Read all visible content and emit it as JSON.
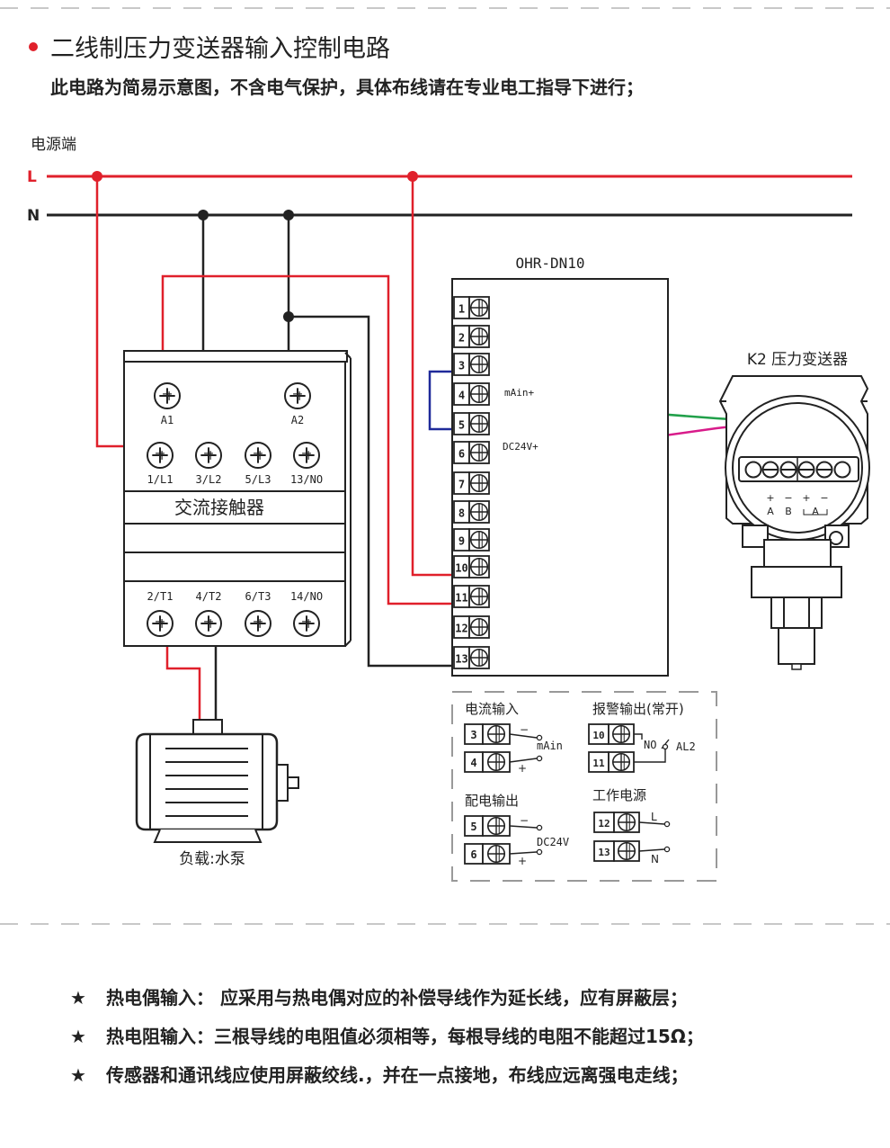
{
  "header": {
    "title": "二线制压力变送器输入控制电路",
    "subtitle": "此电路为简易示意图，不含电气保护，具体布线请在专业电工指导下进行；"
  },
  "power": {
    "label": "电源端",
    "line_l": "L",
    "line_n": "N"
  },
  "contactor": {
    "name": "交流接触器",
    "coil_terminals": [
      "A1",
      "A2"
    ],
    "top_terminals": [
      "1/L1",
      "3/L2",
      "5/L3",
      "13/NO"
    ],
    "bottom_terminals": [
      "2/T1",
      "4/T2",
      "6/T3",
      "14/NO"
    ]
  },
  "controller": {
    "model": "OHR-DN10",
    "terminals": [
      "1",
      "2",
      "3",
      "4",
      "5",
      "6",
      "7",
      "8",
      "9",
      "10",
      "11",
      "12",
      "13"
    ],
    "label_mA": "mAin+",
    "label_dc": "DC24V+"
  },
  "transmitter": {
    "name": "K2 压力变送器",
    "plus_a": "+",
    "minus_a": "−",
    "plus_b": "+",
    "minus_b": "−",
    "term_a": "A",
    "term_b": "B",
    "term_c": "A"
  },
  "motor": {
    "label": "负载:水泵"
  },
  "legend": {
    "current_input": {
      "title": "电流输入",
      "terminals": [
        "3",
        "4"
      ],
      "signal": "mAin",
      "minus": "−",
      "plus": "+"
    },
    "alarm_output": {
      "title": "报警输出(常开)",
      "terminals": [
        "10",
        "11"
      ],
      "no": "NO",
      "al": "AL2"
    },
    "distribution_output": {
      "title": "配电输出",
      "terminals": [
        "5",
        "6"
      ],
      "signal": "DC24V",
      "minus": "−",
      "plus": "+"
    },
    "work_power": {
      "title": "工作电源",
      "terminals": [
        "12",
        "13"
      ],
      "l": "L",
      "n": "N"
    }
  },
  "notes": [
    {
      "star": "★",
      "text": "热电偶输入：  应采用与热电偶对应的补偿导线作为延长线，应有屏蔽层；"
    },
    {
      "star": "★",
      "text": "热电阻输入：三根导线的电阻值必须相等，每根导线的电阻不能超过15Ω；"
    },
    {
      "star": "★",
      "text": "传感器和通讯线应使用屏蔽绞线.，并在一点接地，布线应远离强电走线；"
    }
  ],
  "colors": {
    "live": "#e0202b",
    "neutral": "#222222",
    "signal_blue": "#1f2a9a",
    "signal_green": "#21a04a",
    "signal_magenta": "#d81b8a",
    "bullet": "#e0202b",
    "dash": "#bbbbbb"
  }
}
